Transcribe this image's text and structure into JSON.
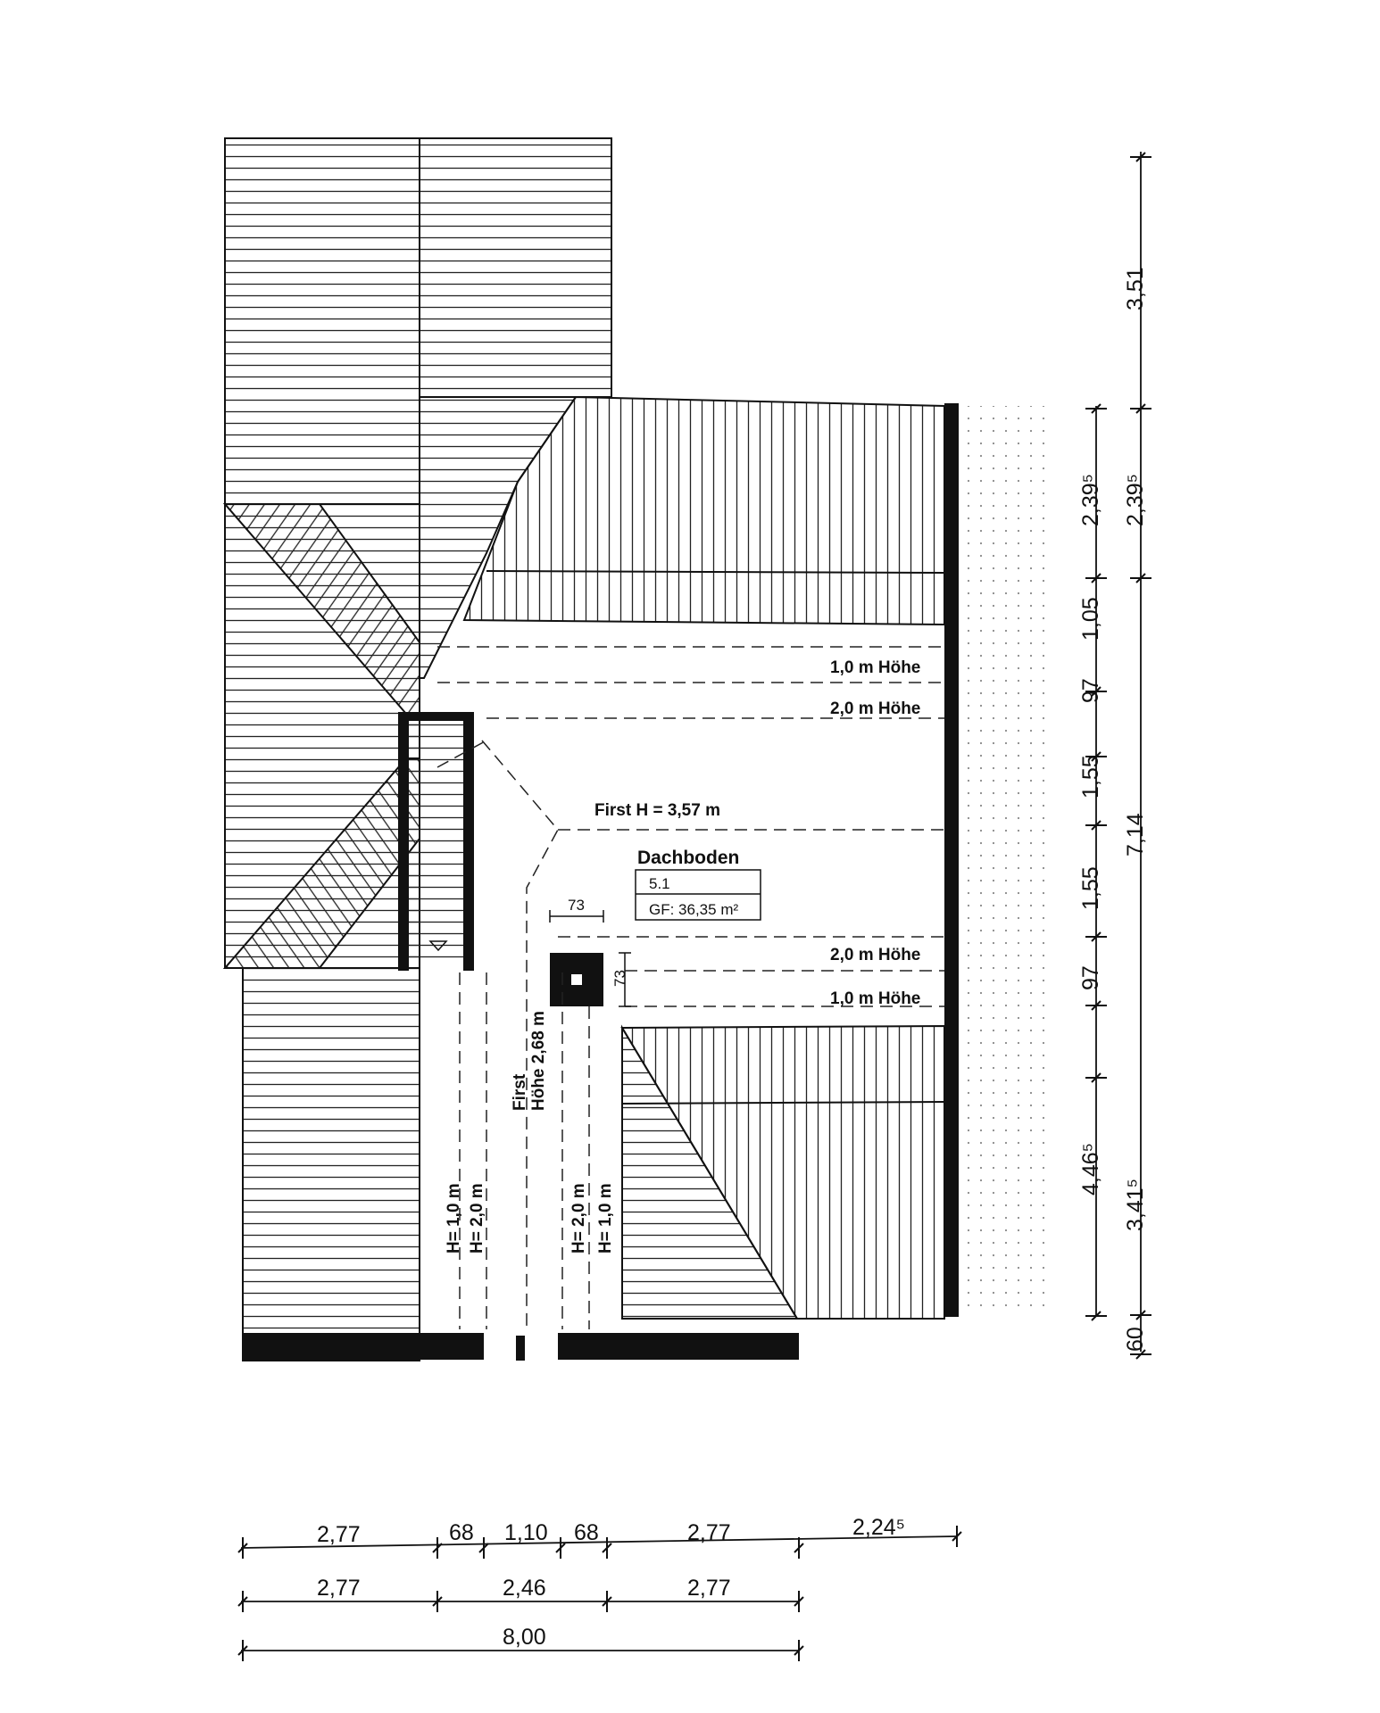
{
  "room": {
    "name": "Dachboden",
    "number": "5.1",
    "area": "GF: 36,35 m²",
    "ridge": "First H = 3,57 m"
  },
  "height_lines": {
    "top_1m": "1,0 m Höhe",
    "top_2m": "2,0 m Höhe",
    "bottom_2m": "2,0 m Höhe",
    "bottom_1m": "1,0 m Höhe",
    "vertical_left_1m": "H= 1,0 m",
    "vertical_left_2m": "H= 2,0 m",
    "vertical_right_2m": "H= 2,0 m",
    "vertical_right_1m": "H= 1,0 m",
    "first_word": "First",
    "first_height": "Höhe 2,68 m"
  },
  "chimney": {
    "width": "73",
    "depth": "73"
  },
  "dims_right_outer": [
    "3,51",
    "2,39⁵",
    "7,14",
    "3,41⁵",
    "60"
  ],
  "dims_right_inner": [
    "2,39⁵",
    "1,05",
    "97",
    "1,55",
    "1,55",
    "97",
    "4,46⁵"
  ],
  "dims_bottom_row1": [
    "2,77",
    "68",
    "1,10",
    "68",
    "2,77",
    "2,24⁵"
  ],
  "dims_bottom_row2": [
    "2,77",
    "2,46",
    "2,77"
  ],
  "dims_bottom_total": "8,00"
}
